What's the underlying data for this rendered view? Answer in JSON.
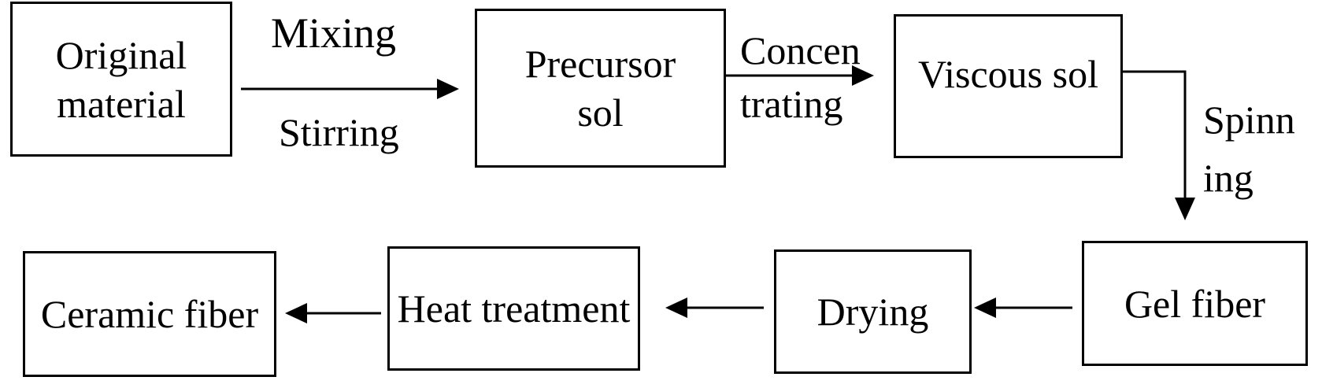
{
  "steps": {
    "original_material": {
      "line1": "Original",
      "line2": "material"
    },
    "precursor_sol": {
      "line1": "Precursor",
      "line2": "sol"
    },
    "viscous_sol": "Viscous sol",
    "gel_fiber": "Gel fiber",
    "drying": "Drying",
    "heat_treatment": "Heat treatment",
    "ceramic_fiber": "Ceramic fiber"
  },
  "transitions": {
    "mixing": "Mixing",
    "stirring": "Stirring",
    "concentrating": {
      "line1": "Concen",
      "line2": "trating"
    },
    "spinning": {
      "line1": "Spinn",
      "line2": "ing"
    }
  }
}
